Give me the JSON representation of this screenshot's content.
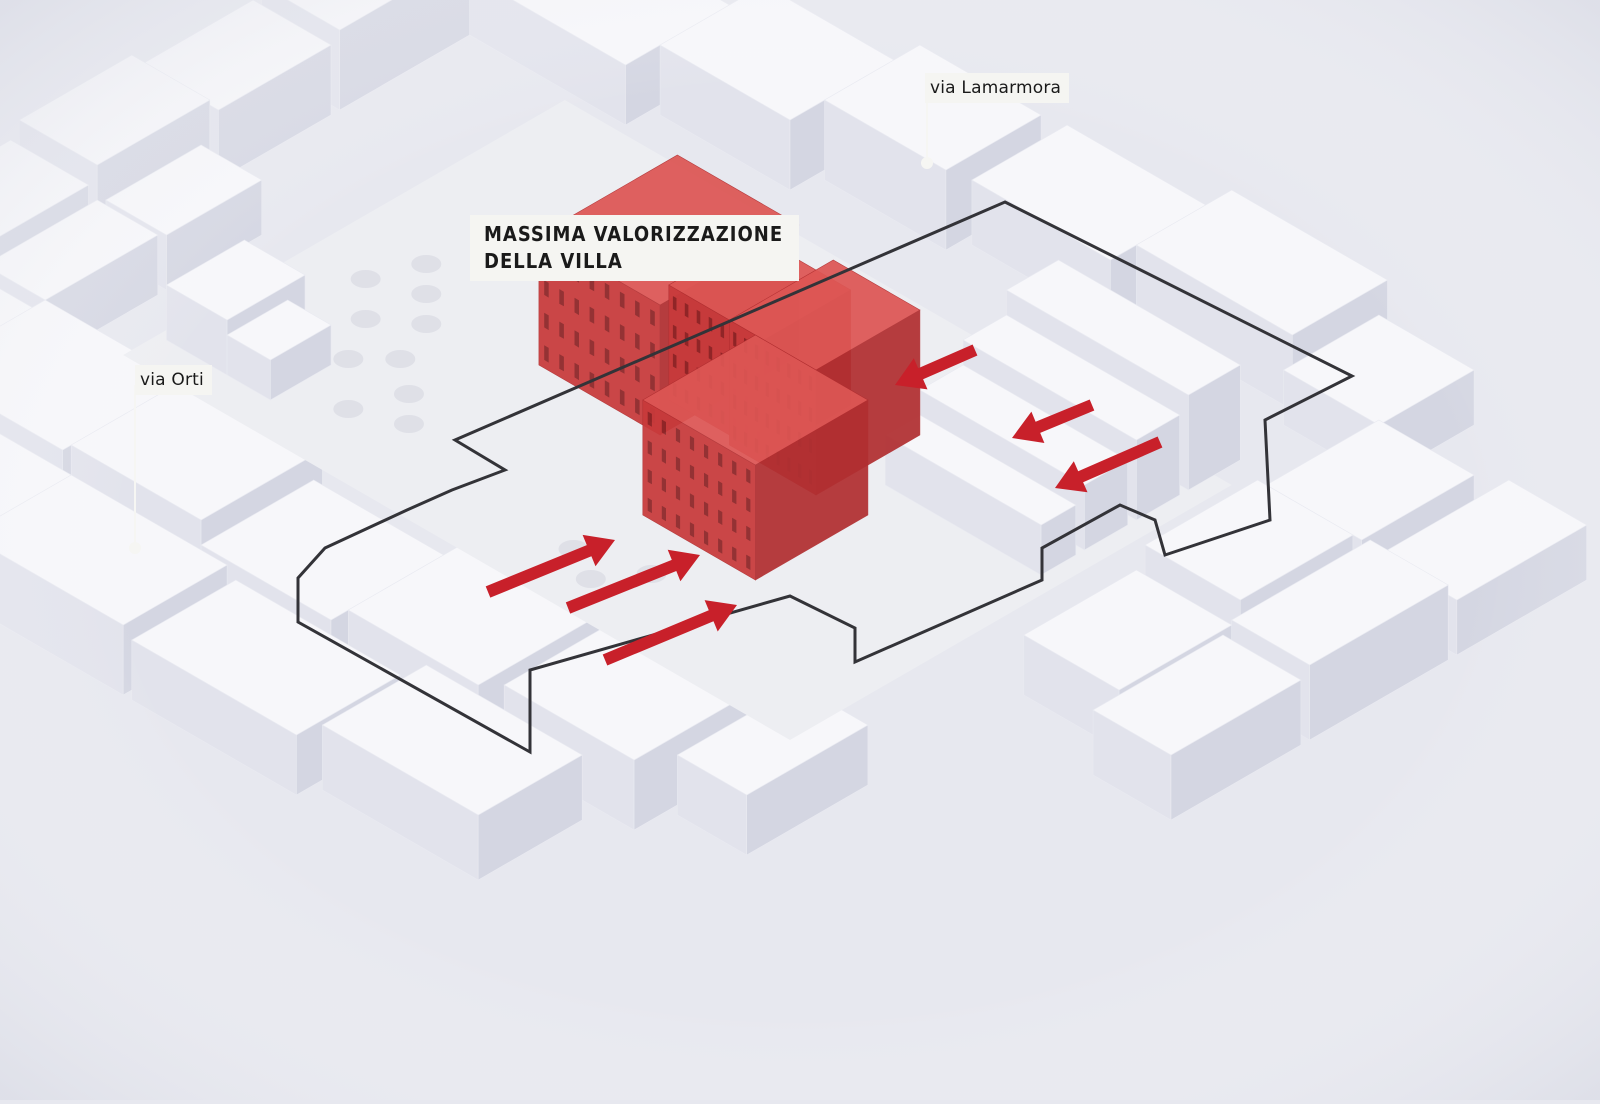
{
  "labels": {
    "via_lamarmora": "via Lamarmora",
    "via_orti": "via Orti",
    "title_line1": "MASSIMA VALORIZZAZIONE",
    "title_line2": "DELLA VILLA"
  },
  "colors": {
    "background": "#e7e8ef",
    "block_top": "#f7f7fa",
    "block_left": "#e2e3ec",
    "block_right": "#d4d6e2",
    "villa_top": "#dd5654",
    "villa_left": "#c83a3b",
    "villa_right": "#b12f31",
    "arrow": "#c8202a",
    "outline": "#333338",
    "courtyard": "#edeef2"
  },
  "icons": [
    "arrow-icon",
    "leader-dot-icon"
  ]
}
